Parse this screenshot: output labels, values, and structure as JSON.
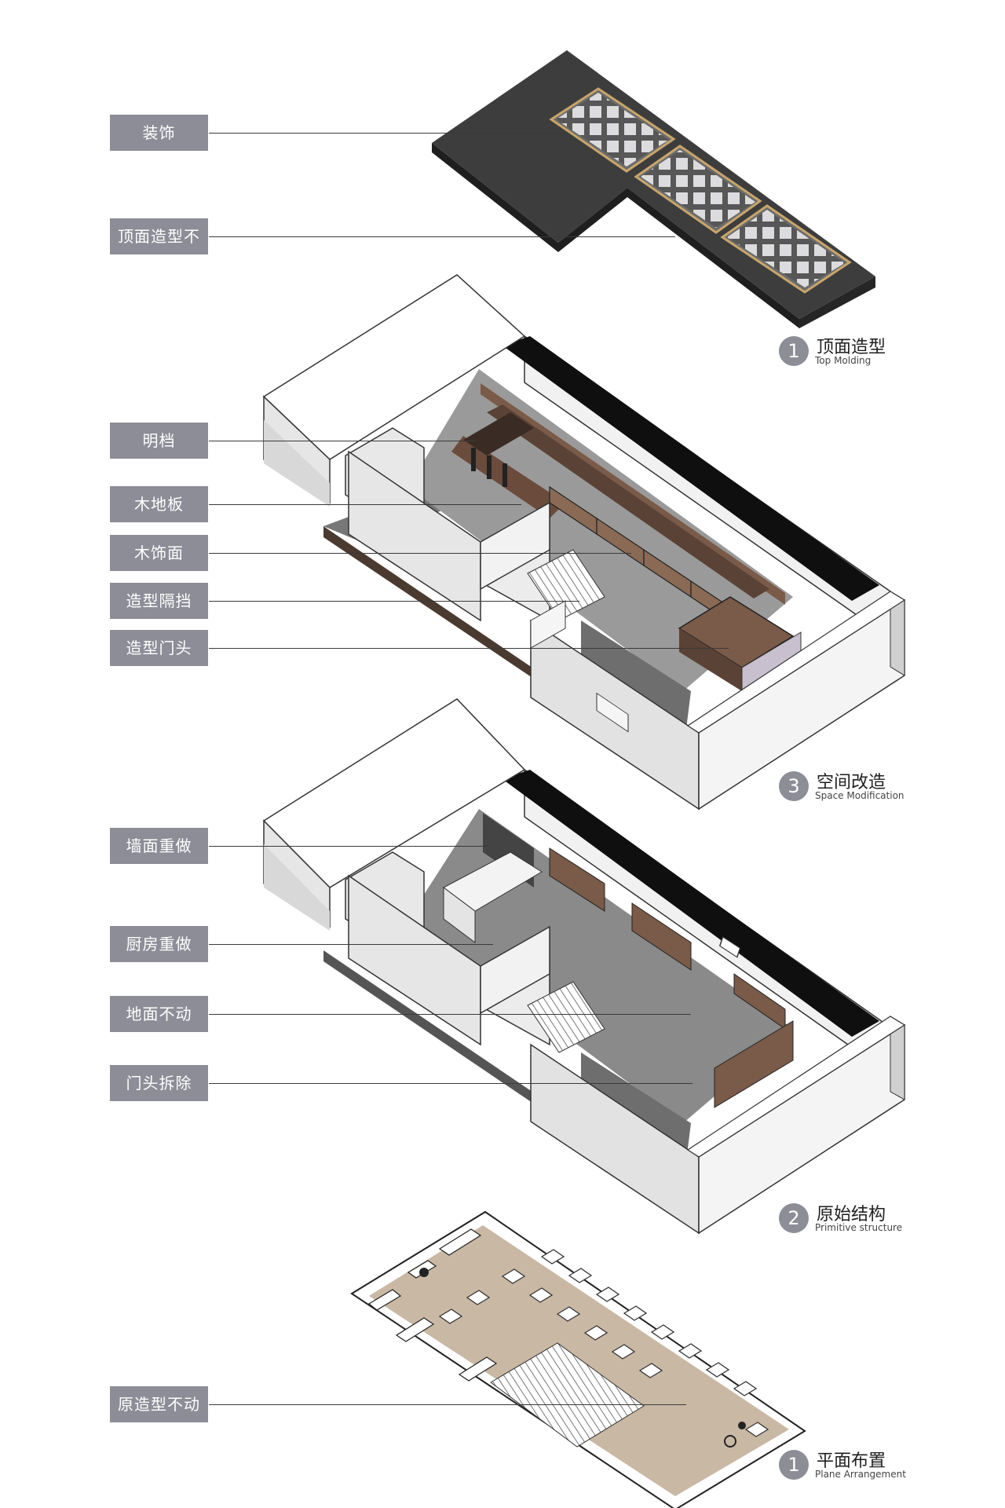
{
  "labels": {
    "top": [
      "装饰",
      "顶面造型不动"
    ],
    "space": [
      "明档",
      "木地板",
      "木饰面",
      "造型隔挡",
      "造型门头"
    ],
    "structure": [
      "墙面重做",
      "厨房重做",
      "地面不动",
      "门头拆除"
    ],
    "plan": [
      "原造型不动"
    ]
  },
  "captions": [
    {
      "num": "1",
      "cn": "顶面造型",
      "en": "Top Molding"
    },
    {
      "num": "3",
      "cn": "空间改造",
      "en": "Space Modification"
    },
    {
      "num": "2",
      "cn": "原始结构",
      "en": "Primitive structure"
    },
    {
      "num": "1",
      "cn": "平面布置",
      "en": "Plane Arrangement"
    }
  ],
  "colors": {
    "tag": "#8c8d97",
    "wood": "#7a5a48",
    "floor_plan": "#c9b8a4",
    "dark": "#3d3d3d"
  }
}
